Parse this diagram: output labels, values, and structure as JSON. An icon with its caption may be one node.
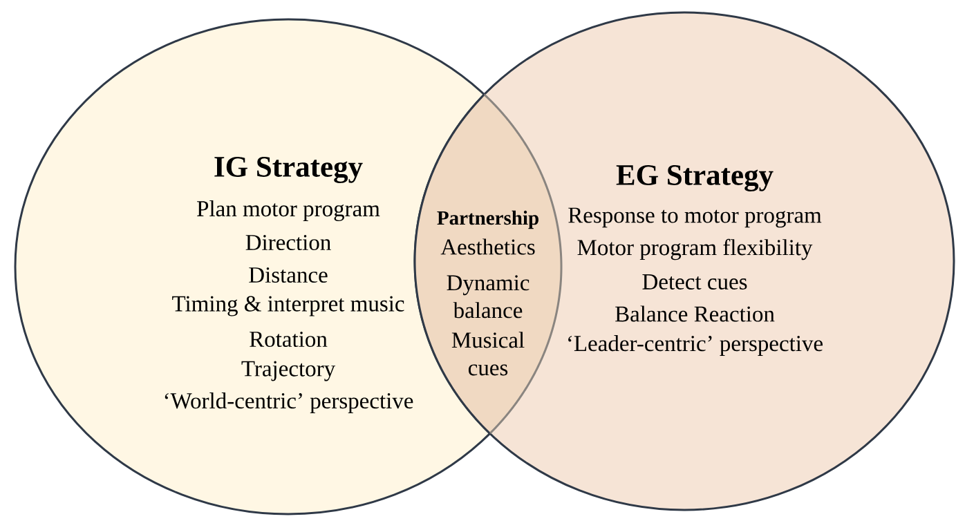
{
  "diagram": {
    "nodes": [
      {
        "text": [
          "IG Strategy",
          "Plan motor program",
          "Direction",
          "Distance",
          "Timing & interpret music",
          "Rotation",
          "Trajectory",
          "‘World-centric’ perspective"
        ]
      },
      {
        "text": [
          "EG Strategy",
          "Response to motor program",
          "Motor program flexibility",
          "Detect cues",
          "Balance Reaction",
          "‘Leader-centric’ perspective"
        ]
      },
      {
        "text": [
          "Partnership",
          "Aesthetics",
          "Dynamic balance",
          "Musical cues"
        ]
      }
    ]
  }
}
